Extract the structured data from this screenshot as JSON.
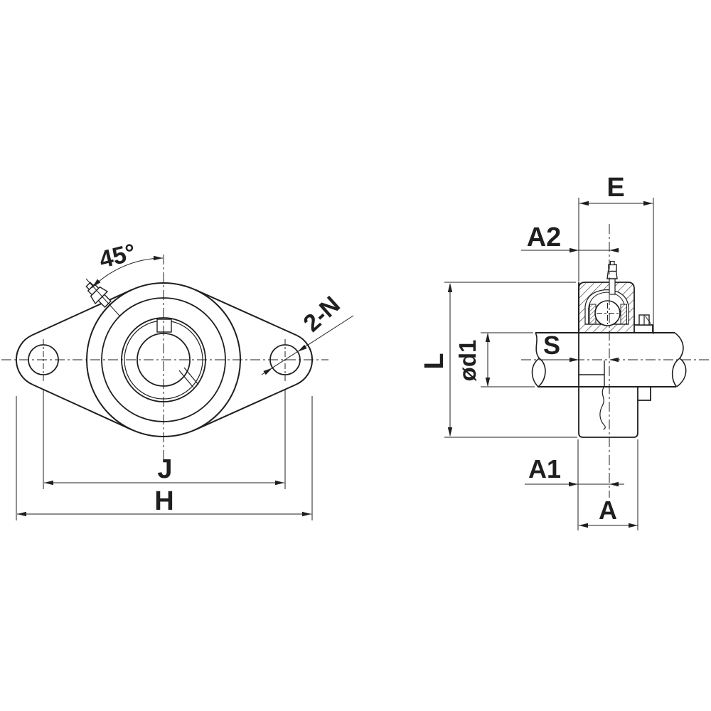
{
  "meta": {
    "background": "#ffffff",
    "line_color": "#1f1f1f",
    "description": "Technical dimension drawing of a two-bolt oval flange bearing unit (UCFL type): front view at left, sectioned side view at right."
  },
  "labels": {
    "front": {
      "grease_fitting_angle": "45°",
      "bolt_holes": "2-N",
      "bolt_spacing": "J",
      "overall_width": "H"
    },
    "side": {
      "unit_width": "E",
      "center_to_back_top": "A2",
      "flange_length": "L",
      "shaft_diameter": "ød1",
      "center_offset": "S",
      "center_to_back_bottom": "A1",
      "flange_thickness": "A"
    }
  }
}
